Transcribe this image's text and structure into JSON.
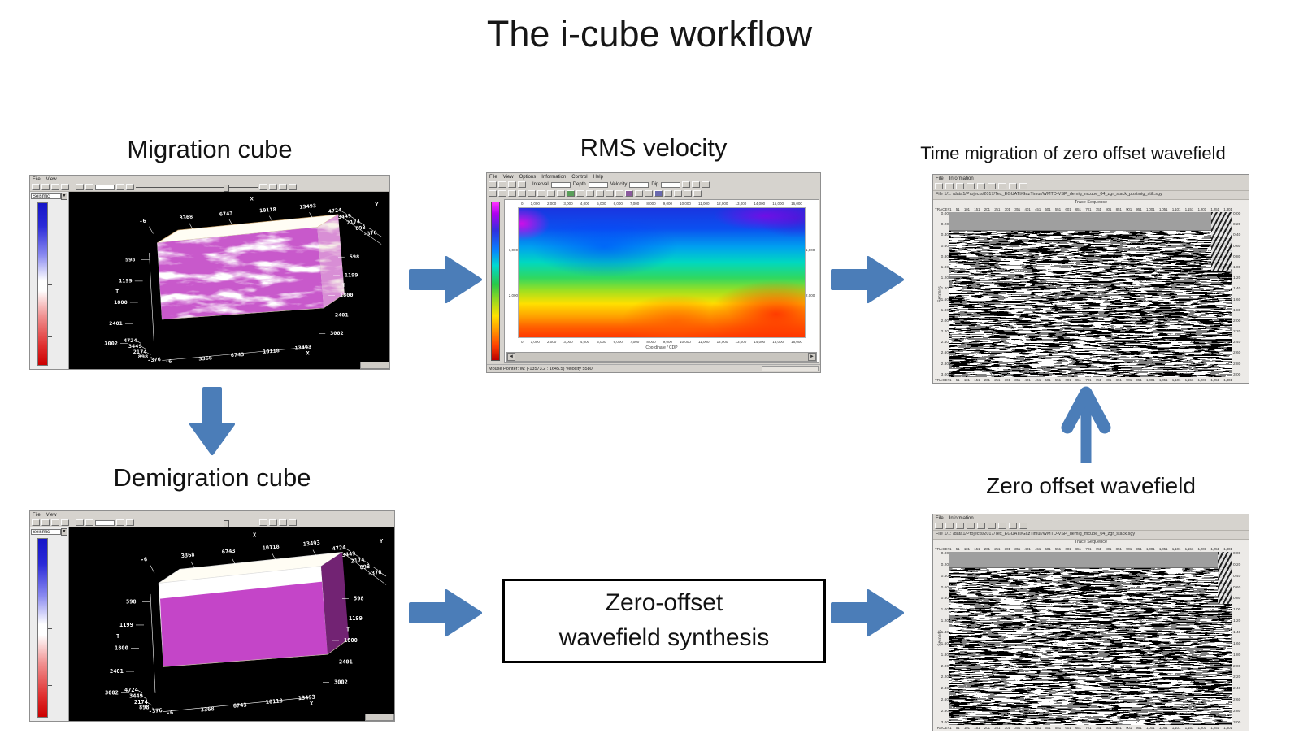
{
  "title": "The i-cube workflow",
  "colors": {
    "arrow_blue": "#4b7db8",
    "chrome_gray": "#d6d3ce"
  },
  "flow_labels": {
    "migration": "Migration cube",
    "rms": "RMS velocity",
    "time_migration": "Time migration of zero offset wavefield",
    "demigration": "Demigration cube",
    "zero_offset": "Zero offset wavefield",
    "synthesis_line1": "Zero-offset",
    "synthesis_line2": "wavefield synthesis"
  },
  "cube_viewer": {
    "menu": [
      "File",
      "View"
    ],
    "palette": "Seismic",
    "axes": {
      "x_label": "X",
      "x_ticks": [
        "-6",
        "3368",
        "6743",
        "10118",
        "13493"
      ],
      "y_label": "Y",
      "y_ticks": [
        "4724",
        "3449",
        "2174",
        "898",
        "-376"
      ],
      "t_label": "T",
      "t_ticks": [
        "598",
        "1199",
        "1800",
        "2401",
        "3002"
      ],
      "bottom_y_ticks": [
        "4724",
        "3449",
        "2174",
        "898"
      ],
      "bottom_x_ticks": [
        "-376",
        "-6",
        "3368",
        "6743",
        "10118",
        "13493"
      ],
      "bottom_x_label": "X"
    }
  },
  "rms_panel": {
    "menu": [
      "File",
      "View",
      "Options",
      "Information",
      "Control",
      "Help"
    ],
    "fields": [
      {
        "label": "Interval",
        "value": ""
      },
      {
        "label": "Depth",
        "value": ""
      },
      {
        "label": "Velocity",
        "value": ""
      },
      {
        "label": "Dip",
        "value": ""
      }
    ],
    "x_ticks": [
      "0",
      "1,000",
      "2,000",
      "3,000",
      "4,000",
      "5,000",
      "6,000",
      "7,000",
      "8,000",
      "9,000",
      "10,000",
      "11,000",
      "12,000",
      "13,000",
      "14,000",
      "15,000",
      "16,000"
    ],
    "y_ticks": [
      "1,000",
      "2,000"
    ],
    "axis_caption": "Coordinate / CDP",
    "status": "Mouse Pointer: W: (-13573.2 : 1645.5)      Velocity 5580"
  },
  "seismic_viewer": {
    "menu": [
      "File",
      "Information"
    ],
    "trace_axis_title": "Trace Sequence",
    "trace_label": "TRACE#",
    "trace_ticks": [
      "1",
      "51",
      "101",
      "151",
      "201",
      "251",
      "301",
      "351",
      "401",
      "451",
      "501",
      "551",
      "601",
      "651",
      "701",
      "751",
      "801",
      "851",
      "901",
      "951",
      "1,001",
      "1,051",
      "1,101",
      "1,151",
      "1,201",
      "1,251",
      "1,301"
    ],
    "time_ticks": [
      "0.00",
      "0.20",
      "0.40",
      "0.60",
      "0.80",
      "1.00",
      "1.20",
      "1.40",
      "1.60",
      "1.80",
      "2.00",
      "2.20",
      "2.40",
      "2.60",
      "2.80",
      "3.00"
    ],
    "seconds_label": "Seconds"
  },
  "time_migration_panel": {
    "file_line": "File 1/1:   /data1/Projects/2017/Tex_EGUATI/GazTimur/WMTD-VSP_demig_mcube_04_zgr_stack_postmig_stilt.sgy"
  },
  "zero_offset_panel": {
    "file_line": "File 1/1:   /data1/Projects/2017/Tex_EGUATI/GazTimur/WMTD-VSP_demig_mcube_04_zgr_stack.sgy"
  }
}
